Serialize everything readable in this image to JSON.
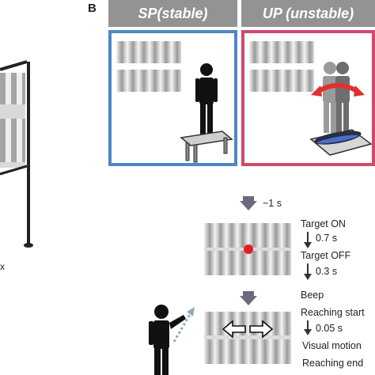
{
  "panel_letter": "B",
  "conditions": [
    {
      "label": "SP(stable)",
      "color": "#4f86c6"
    },
    {
      "label": "UP (unstable)",
      "color": "#d04a6a"
    }
  ],
  "timeline": {
    "approx": "~1 s",
    "events": [
      "Target ON",
      "0.7 s",
      "Target OFF",
      "0.3 s",
      "Beep",
      "Reaching start",
      "0.05 s",
      "Visual motion",
      "Reaching end"
    ]
  },
  "colors": {
    "target_dot": "#e02020",
    "perturb_arrow": "#e03030",
    "header_bg": "#939393"
  },
  "icons": [
    "person-icon",
    "bench-icon",
    "balance-board-icon",
    "double-arrow-icon",
    "pointing-person-icon"
  ]
}
